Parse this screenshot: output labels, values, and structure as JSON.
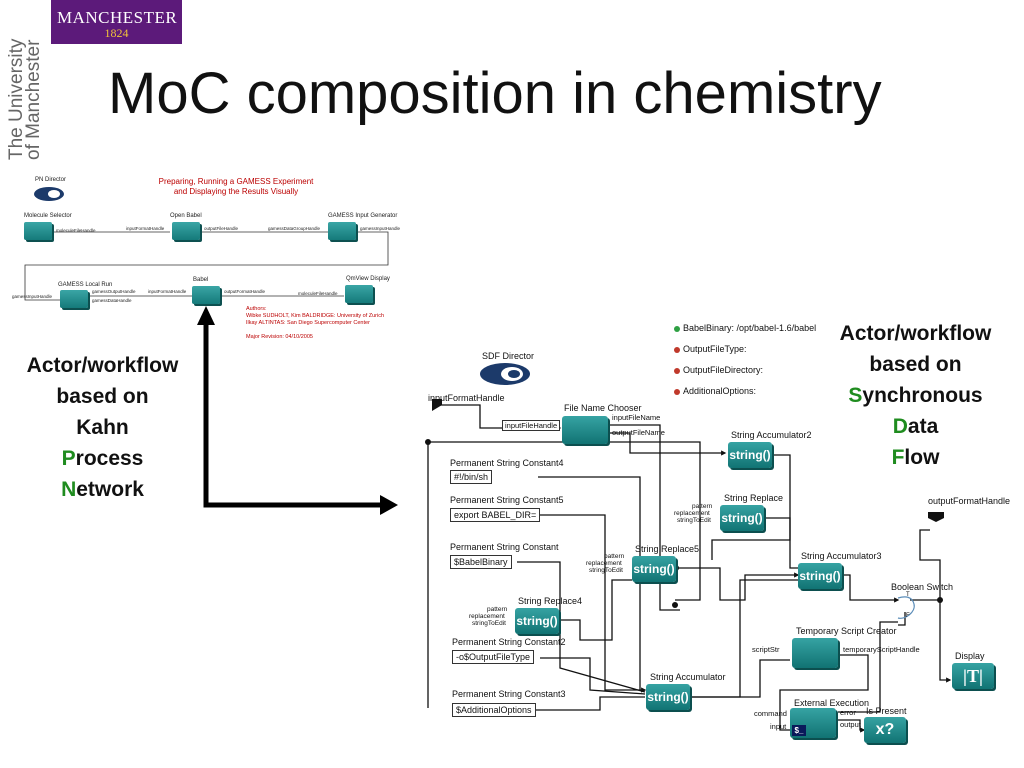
{
  "logo": {
    "line1": "MANCHESTER",
    "line2": "1824"
  },
  "vertical_text": {
    "line1": "The University",
    "line2": "of Manchester"
  },
  "title": "MoC composition in chemistry",
  "left_label": {
    "l1": "Actor/workflow",
    "l2": "based on",
    "l3": "Kahn",
    "l4a": "P",
    "l4b": "rocess",
    "l5a": "N",
    "l5b": "etwork"
  },
  "right_label": {
    "l1": "Actor/workflow",
    "l2": "based on",
    "l3a": "S",
    "l3b": "ynchronous",
    "l4a": "D",
    "l4b": "ata",
    "l5a": "F",
    "l5b": "low"
  },
  "pn": {
    "director": "PN Director",
    "title1": "Preparing, Running a GAMESS Experiment",
    "title2": "and Displaying the Results Visually",
    "molecule_selector": "Molecule Selector",
    "open_babel": "Open Babel",
    "gamess_input_generator": "GAMESS Input Generator",
    "gamess_local_run": "GAMESS Local Run",
    "babel": "Babel",
    "qmview_display": "QmView Display",
    "p_molecule_file": "moleculeFileHandle",
    "p_input_format": "inputFormatHandle",
    "p_output_file": "outputFileHandle",
    "p_gamess_data_group": "gamessDataGroupHandle",
    "p_gamess_input": "gamessInputHandle",
    "p_gamess_input2": "gamessInputHandle",
    "p_gamess_output": "gamessOutputHandle",
    "p_gamess_data": "gamessDataHandle",
    "p_input_format2": "inputFormatHandle",
    "p_output_format": "outputFormatHandle",
    "p_molecule_file2": "moleculeFileHandle",
    "authors_title": "Authors:",
    "authors_1": "Wibke SUDHOLT, Kim BALDRIDGE: University of Zurich",
    "authors_2": "Ilkay ALTINTAS: San Diego Supercomputer Center",
    "revision": "Major Revision: 04/10/2005"
  },
  "sdf": {
    "director": "SDF Director",
    "params": [
      "BabelBinary: /opt/babel-1.6/babel",
      "OutputFileType:",
      "OutputFileDirectory:",
      "AdditionalOptions:"
    ],
    "input_format_handle": "inputFormatHandle",
    "output_format_handle": "outputFormatHandle",
    "file_name_chooser": "File Name Chooser",
    "fnc_input_file_handle": "inputFileHandle",
    "fnc_input_file_name": "inputFileName",
    "fnc_output_file_name": "outputFileName",
    "psc4": "Permanent String Constant4",
    "psc4_value": "#!/bin/sh",
    "psc5": "Permanent String Constant5",
    "psc5_value": "export BABEL_DIR=",
    "psc": "Permanent String Constant",
    "psc_value": "$BabelBinary",
    "psc2": "Permanent String Constant2",
    "psc2_value": "-o$OutputFileType",
    "psc3": "Permanent String Constant3",
    "psc3_value": "$AdditionalOptions",
    "string_accumulator2": "String Accumulator2",
    "string_replace": "String Replace",
    "string_replace5": "String Replace5",
    "string_replace4": "String Replace4",
    "string_accumulator3": "String Accumulator3",
    "string_accumulator": "String Accumulator",
    "temporary_script_creator": "Temporary Script Creator",
    "script_str": "scriptStr",
    "temporary_script_handle": "temporaryScriptHandle",
    "external_execution": "External Execution",
    "ee_command": "command",
    "ee_input": "input",
    "ee_error": "error",
    "ee_output": "output",
    "is_present": "Is Present",
    "is_present_symbol": "x?",
    "boolean_switch": "Boolean Switch",
    "bs_t": "T",
    "bs_f": "F",
    "display": "Display",
    "display_symbol": "|T|",
    "actor_text": "string()",
    "rep_pattern": "pattern",
    "rep_replacement": "replacement",
    "rep_string_to_edit": "stringToEdit",
    "ee_symbol": "$_"
  },
  "colors": {
    "title": "#111111",
    "accent_red": "#c00000",
    "accent_green": "#1f8c1f",
    "actor_teal": "#1e8a8a",
    "logo_purple": "#5c1a7a"
  },
  "icons": [
    "sdf-director-icon",
    "pn-director-icon",
    "arrow-icon"
  ]
}
